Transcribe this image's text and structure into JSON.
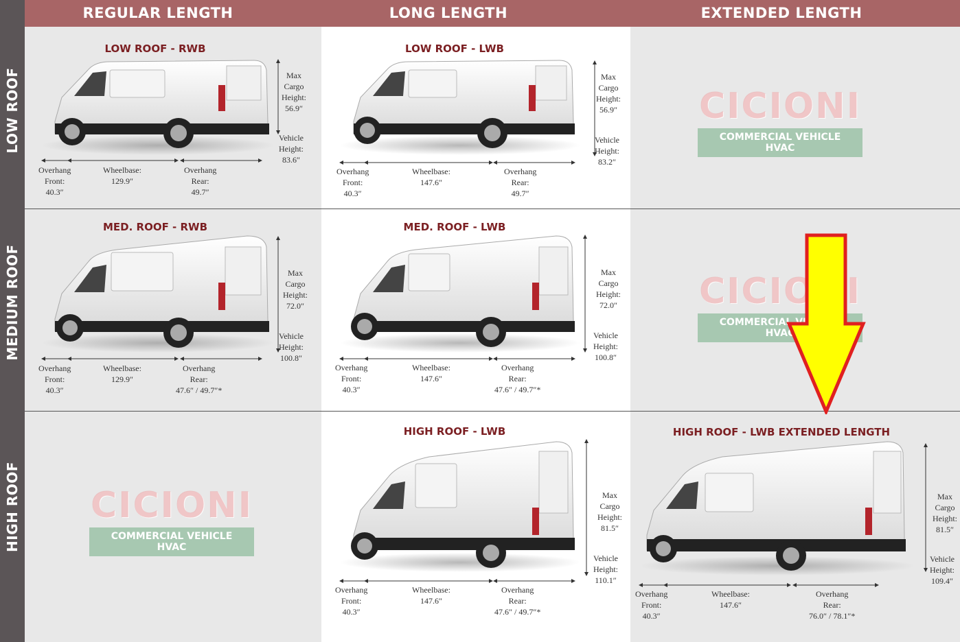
{
  "columns": [
    "REGULAR LENGTH",
    "LONG LENGTH",
    "EXTENDED LENGTH"
  ],
  "rows": [
    "LOW ROOF",
    "MEDIUM ROOF",
    "HIGH ROOF"
  ],
  "logo": {
    "name": "CICIONI",
    "tagline": "COMMERCIAL VEHICLE HVAC"
  },
  "cells": {
    "low_rwb": {
      "title": "LOW ROOF - RWB",
      "max_cargo": [
        "Max",
        "Cargo",
        "Height:",
        "56.9″"
      ],
      "vehicle_height": [
        "Vehicle",
        "Height:",
        "83.6″"
      ],
      "overhang_front": [
        "Overhang",
        "Front:",
        "40.3″"
      ],
      "wheelbase": [
        "Wheelbase:",
        "129.9″"
      ],
      "overhang_rear": [
        "Overhang",
        "Rear:",
        "49.7″"
      ]
    },
    "low_lwb": {
      "title": "LOW ROOF - LWB",
      "max_cargo": [
        "Max",
        "Cargo",
        "Height:",
        "56.9″"
      ],
      "vehicle_height": [
        "Vehicle",
        "Height:",
        "83.2″"
      ],
      "overhang_front": [
        "Overhang",
        "Front:",
        "40.3″"
      ],
      "wheelbase": [
        "Wheelbase:",
        "147.6″"
      ],
      "overhang_rear": [
        "Overhang",
        "Rear:",
        "49.7″"
      ]
    },
    "med_rwb": {
      "title": "MED. ROOF - RWB",
      "max_cargo": [
        "Max",
        "Cargo",
        "Height:",
        "72.0″"
      ],
      "vehicle_height": [
        "Vehicle",
        "Height:",
        "100.8″"
      ],
      "overhang_front": [
        "Overhang",
        "Front:",
        "40.3″"
      ],
      "wheelbase": [
        "Wheelbase:",
        "129.9″"
      ],
      "overhang_rear": [
        "Overhang",
        "Rear:",
        "47.6″ / 49.7″*"
      ]
    },
    "med_lwb": {
      "title": "MED. ROOF - LWB",
      "max_cargo": [
        "Max",
        "Cargo",
        "Height:",
        "72.0″"
      ],
      "vehicle_height": [
        "Vehicle",
        "Height:",
        "100.8″"
      ],
      "overhang_front": [
        "Overhang",
        "Front:",
        "40.3″"
      ],
      "wheelbase": [
        "Wheelbase:",
        "147.6″"
      ],
      "overhang_rear": [
        "Overhang",
        "Rear:",
        "47.6″ / 49.7″*"
      ]
    },
    "high_lwb": {
      "title": "HIGH ROOF - LWB",
      "max_cargo": [
        "Max",
        "Cargo",
        "Height:",
        "81.5″"
      ],
      "vehicle_height": [
        "Vehicle",
        "Height:",
        "110.1″"
      ],
      "overhang_front": [
        "Overhang",
        "Front:",
        "40.3″"
      ],
      "wheelbase": [
        "Wheelbase:",
        "147.6″"
      ],
      "overhang_rear": [
        "Overhang",
        "Rear:",
        "47.6″ / 49.7″*"
      ]
    },
    "high_ext": {
      "title": "HIGH ROOF - LWB EXTENDED LENGTH",
      "max_cargo": [
        "Max",
        "Cargo",
        "Height:",
        "81.5″"
      ],
      "vehicle_height": [
        "Vehicle",
        "Height:",
        "109.4″"
      ],
      "overhang_front": [
        "Overhang",
        "Front:",
        "40.3″"
      ],
      "wheelbase": [
        "Wheelbase:",
        "147.6″"
      ],
      "overhang_rear": [
        "Overhang",
        "Rear:",
        "76.0″ / 78.1″*"
      ]
    }
  },
  "colors": {
    "header": "#a86566",
    "sidebar": "#5b5557",
    "title": "#7b1f22",
    "arrow_fill": "#ffff00",
    "arrow_stroke": "#e02020"
  }
}
